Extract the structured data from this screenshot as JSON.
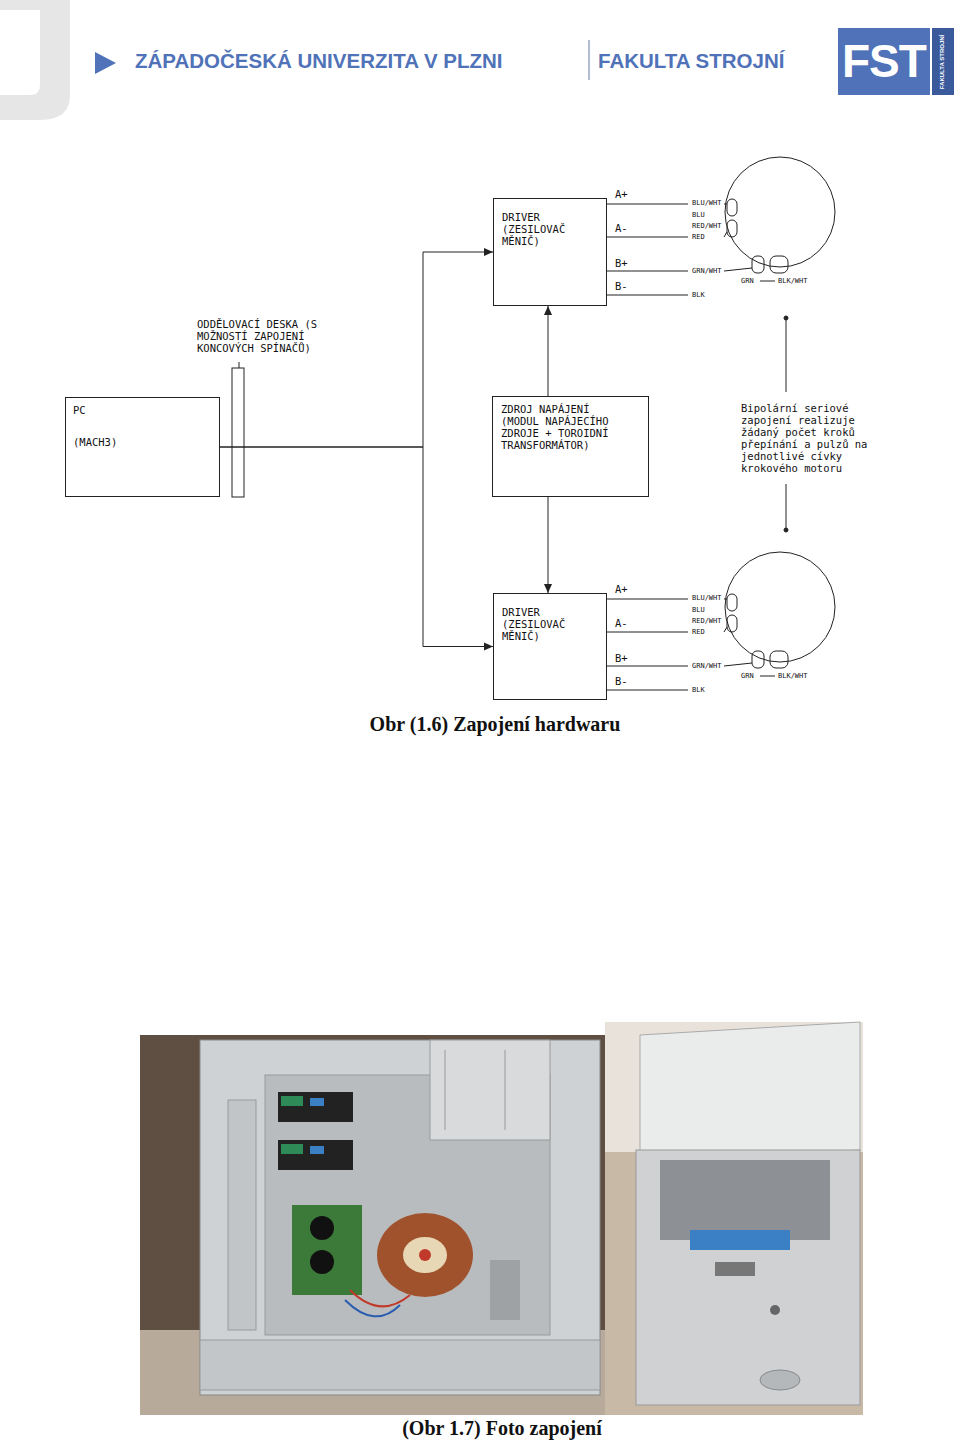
{
  "diagram": {
    "caption": "Obr (1.6) Zapojení hardwaru",
    "nodes": [
      {
        "text": [
          "DRIVER (ZESILOVAČ MĚNIČ)"
        ]
      },
      {
        "text": [
          "PC",
          "(MACH3)"
        ]
      },
      {
        "text": [
          "ZDROJ NAPÁJENÍ (MODUL NAPÁJECÍHO ZDROJE + TOROIDNÍ TRANSFORMÁTOR)"
        ]
      },
      {
        "text": [
          "DRIVER (ZESILOVAČ MĚNIČ)"
        ]
      }
    ],
    "edges": [
      {
        "from": 1,
        "to": 0,
        "arrow": "to"
      },
      {
        "from": 1,
        "to": 3,
        "arrow": "to"
      },
      {
        "from": 2,
        "to": 0,
        "arrow": "to"
      },
      {
        "from": 2,
        "to": 3,
        "arrow": "to"
      }
    ],
    "labels": [
      "ZÁPADOČESKÁ UNIVERZITA V PLZNI",
      "FAKULTA STROJNÍ",
      "FST",
      "FAKULTA STROJNÍ",
      "A+",
      "BLU/WHT",
      "BLU",
      "RED/WHT",
      "A-",
      "RED",
      "B+",
      "GRN/WHT",
      "GRN",
      "BLK/WHT",
      "B-",
      "BLK",
      "ODDĚLOVACÍ DESKA (S MOŽNOSTÍ ZAPOJENÍ KONCOVÝCH SPÍNAČŮ)",
      "Bipolární seriové zapojení realizuje žádaný počet kroků přepínání a pulzů na jednotlivé cívky krokového motoru",
      "A+",
      "BLU/WHT",
      "BLU",
      "RED/WHT",
      "A-",
      "RED",
      "B+",
      "GRN/WHT",
      "GRN",
      "BLK/WHT",
      "B-",
      "BLK",
      "(Obr 1.7) Foto zapojení"
    ]
  }
}
